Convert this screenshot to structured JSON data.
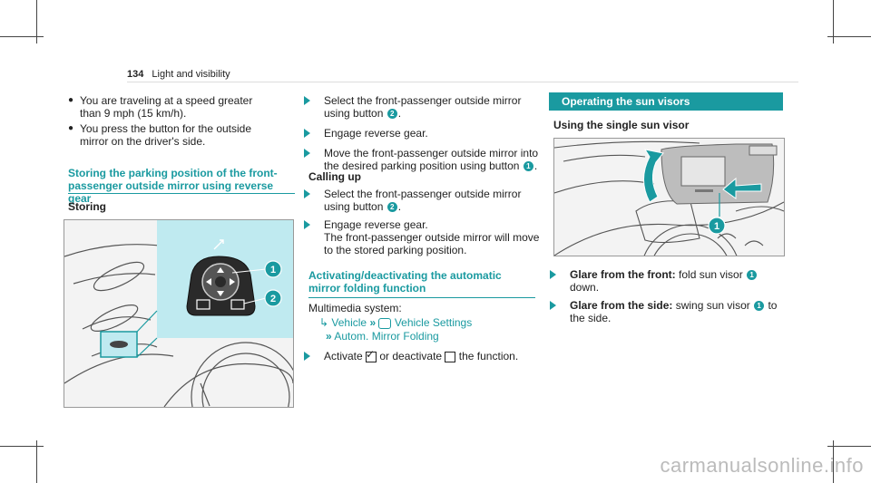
{
  "header": {
    "page_number": "134",
    "section": "Light and visibility"
  },
  "col1": {
    "bullets": [
      "You are traveling at a speed greater than 9 mph (15 km/h).",
      "You press the button for the outside mirror on the driver's side."
    ],
    "heading": "Storing the parking position of the front-passenger outside mirror using reverse gear",
    "subheading": "Storing",
    "callouts": [
      "1",
      "2"
    ]
  },
  "col2": {
    "steps_a": [
      {
        "pre": "Select the front-passenger outside mirror using button",
        "num": "2",
        "post": "."
      },
      {
        "pre": "Engage reverse gear.",
        "num": "",
        "post": ""
      },
      {
        "pre": "Move the front-passenger outside mirror into the desired parking position using button",
        "num": "1",
        "post": "."
      }
    ],
    "calling_up": "Calling up",
    "steps_b": [
      {
        "pre": "Select the front-passenger outside mirror using button",
        "num": "2",
        "post": "."
      },
      {
        "pre": "Engage reverse gear.",
        "line2": "The front-passenger outside mirror will move to the stored parking position."
      }
    ],
    "heading2": "Activating/deactivating the automatic mirror folding function",
    "multimedia": "Multimedia system:",
    "path1": "Vehicle",
    "path2": "Vehicle Settings",
    "path3": "Autom. Mirror Folding",
    "activate_step": {
      "a": "Activate",
      "b": "or deactivate",
      "c": "the function."
    }
  },
  "col3": {
    "bar_title": "Operating the sun visors",
    "subheading": "Using the single sun visor",
    "callout": "1",
    "step1": {
      "bold": "Glare from the front:",
      "text": "fold sun visor",
      "num": "1",
      "tail": "down."
    },
    "step2": {
      "bold": "Glare from the side:",
      "text": "swing sun visor",
      "num": "1",
      "tail": "to the side."
    }
  },
  "watermark": "carmanualsonline.info",
  "colors": {
    "accent": "#1a9aa0",
    "callout_bg": "#bfeaf0"
  }
}
